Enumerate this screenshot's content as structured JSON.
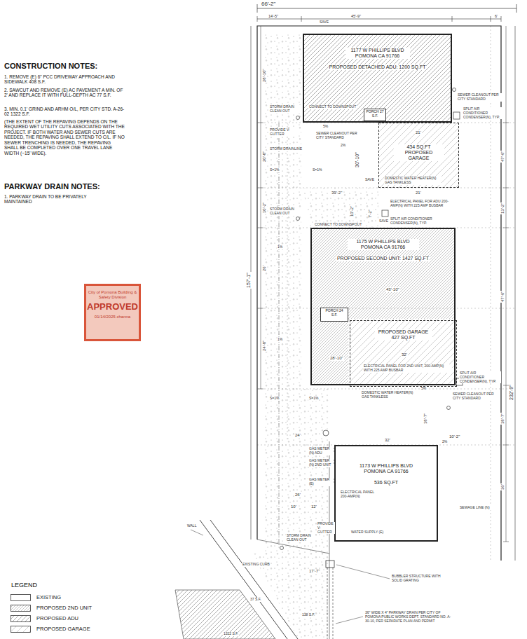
{
  "diagram": {
    "nodes": [
      {
        "text": [
          "1177 W PHILLIPS BLVD POMONA CA 91766",
          "PROPOSED DETACHED ADU: 1200 SQ.FT"
        ]
      },
      {
        "text": [
          "PORCH 27 S.F."
        ]
      },
      {
        "text": [
          "434 SQ.FT PROPOSED GARAGE"
        ]
      },
      {
        "text": [
          "1175 W PHILLIPS BLVD POMONA CA 91766",
          "PROPOSED SECOND UNIT: 1427 SQ.FT"
        ]
      },
      {
        "text": [
          "PORCH 24 S.F."
        ],
        "in": 3
      },
      {
        "text": [
          "PROPOSED GARAGE 427 SQ.FT"
        ],
        "in": 3
      },
      {
        "text": [
          "1173 W PHILLIPS BLVD POMONA CA 91766",
          "536 SQ.FT"
        ]
      },
      {
        "text": [
          "City of Pomona Building & Safety Division",
          "APPROVED",
          "01/14/2025 channa"
        ]
      }
    ],
    "labels": [
      "CONSTRUCTION NOTES:",
      "1. REMOVE (E) 6\" PCC DRIVEWAY APPROACH AND SIDEWALK 408 S.F.",
      "2. SAWCUT AND REMOVE (E) AC PAVEMENT A MIN. OF 2' AND REPLACE IT WITH FULL-DEPTH AC   77 S.F.",
      "3. MIN. 0.1' GRIND AND ARHM O/L, PER CITY STD. A-26-02  1322 S.F.",
      "(THE EXTENT OF THE REPAVING DEPENDS ON THE REQUIRED WET UTILITY CUTS ASSOCIATED WITH THE PROJECT. IF BOTH WATER AND SEWER CUTS ARE NEEDED, THE REPAVING SHALL EXTEND TO C/L. IF NO SEWER TRENCHING IS NEEDED, THE REPAVING SHALL BE COMPLETED OVER ONE TRAVEL LANE WIDTH (~15' WIDE).",
      "PARKWAY DRAIN NOTES:",
      "1. PARKWAY DRAIN TO BE PRIVATELY MAINTAINED",
      "LEGEND",
      "66'-2\"",
      "14'-5\"",
      "45'-9\"",
      "6'",
      "28'-10\"",
      "20'-8\"",
      "10'-2\"",
      "26'",
      "24'-8\"",
      "157'-1\"",
      "47'-6\"",
      "13'-2\"",
      "47'-6\"",
      "232'-9\"",
      "18'-7\"",
      "36'",
      "21'",
      "30'-10\"",
      "39'-2\"",
      "21'",
      "10'-2\"",
      "7'-2\"",
      "43'-10\"",
      "32'",
      "28'-10\"",
      "18'-7\"",
      "10'-2\"",
      "32'",
      "24'",
      "26'",
      "10'",
      "12'",
      "17'-7\"",
      "STORM DRAIN CLEAN OUT",
      "CONNECT TO DOWNSPOUT",
      "SEWER CLEANOUT PER CITY STANDARD",
      "SPLIT AIR CONDITIONER CONDENSER(N), TYP.",
      "PROVIDE V-GUTTER",
      "SEWER CLEANOUT PER CITY STANDARD",
      "STORM DRAINLINE",
      "S=1%",
      "S=1%",
      "DOMESTIC WATER HEATER(N) GAS TANKLESS",
      "ELECTRICAL PANEL FOR ADU 200-AMP(N) WITH 225 AMP BUSBAR",
      "SPLIT AIR CONDITIONER CONDENSER(N), TYP.",
      "STORM DRAIN CLEAN OUT",
      "CONNECT TO DOWNSPOUT",
      "ELECTRICAL PANEL FOR 2ND UNIT, 200-AMP(N) WITH 225 AMP BUSBAR",
      "SPLIT AIR CONDITIONER CONDENSER(N), TYP.",
      "DOMESTIC WATER HEATER(N) GAS TANKLESS",
      "SEWER CLEANOUT PER CITY STANDARD",
      "S=1%",
      "S=1%",
      "GAS METER (N) ADU",
      "GAS METER (N) 2ND UNIT",
      "GAS METER (E)",
      "ELECTRICAL PANEL 200-AMP(N)",
      "SEWAGE LINE (N)",
      "WATER SUPPLY (E)",
      "PROVIDE V-GUTTER",
      "STORM DRAIN CLEAN OUT",
      "WALL",
      "EXISTING CURB",
      "BUBBLER STRUCTURE WITH SOLID GRATING",
      "36\" WIDE X 4\" PARKWAY DRAIN PER CITY OF POMONA PUBLIC WORKS DEPT. STANDARD NO. A-30-10, PER SEPARATE PLAN AND PERMIT",
      "37 S.F.",
      "138 S.F.",
      "1322 S.F.",
      "SAVE",
      "SAVE",
      "SAVE",
      "2%",
      "5%",
      "2%",
      "1%",
      "1%",
      "5%"
    ],
    "legend": [
      {
        "text": "EXISTING"
      },
      {
        "text": "PROPOSED 2ND UNIT"
      },
      {
        "text": "PROPOSED ADU"
      },
      {
        "text": "PROPOSED GARAGE"
      }
    ]
  }
}
